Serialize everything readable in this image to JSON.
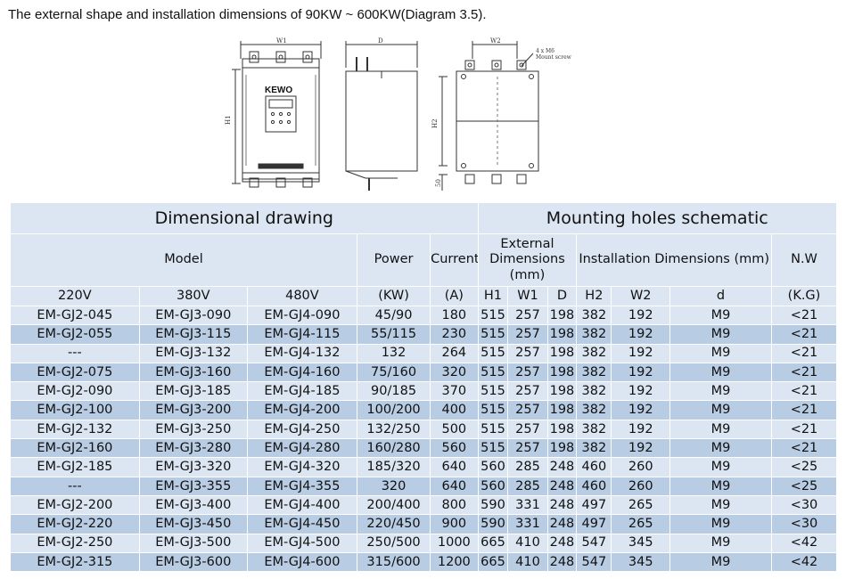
{
  "caption": "The external shape and installation dimensions of 90KW ~ 600KW(Diagram 3.5).",
  "drawing": {
    "brand": "KEWO",
    "label_w1": "W1",
    "label_d": "D",
    "label_w2": "W2",
    "label_h1": "H1",
    "label_h2": "H2",
    "mount_note_line1": "4 x M6",
    "mount_note_line2": "Mount screw",
    "label_50": "50"
  },
  "table": {
    "banner_left": "Dimensional drawing",
    "banner_right": "Mounting holes schematic",
    "header": {
      "model": "Model",
      "power": "Power",
      "current": "Current",
      "external": "External Dimensions (mm)",
      "installation": "Installation Dimensions (mm)",
      "nw": "N.W"
    },
    "units": [
      "220V",
      "380V",
      "480V",
      "(KW)",
      "(A)",
      "H1",
      "W1",
      "D",
      "H2",
      "W2",
      "d",
      "(K.G)"
    ],
    "rows": [
      [
        "EM-GJ2-045",
        "EM-GJ3-090",
        "EM-GJ4-090",
        "45/90",
        "180",
        "515",
        "257",
        "198",
        "382",
        "192",
        "M9",
        "<21"
      ],
      [
        "EM-GJ2-055",
        "EM-GJ3-115",
        "EM-GJ4-115",
        "55/115",
        "230",
        "515",
        "257",
        "198",
        "382",
        "192",
        "M9",
        "<21"
      ],
      [
        "---",
        "EM-GJ3-132",
        "EM-GJ4-132",
        "132",
        "264",
        "515",
        "257",
        "198",
        "382",
        "192",
        "M9",
        "<21"
      ],
      [
        "EM-GJ2-075",
        "EM-GJ3-160",
        "EM-GJ4-160",
        "75/160",
        "320",
        "515",
        "257",
        "198",
        "382",
        "192",
        "M9",
        "<21"
      ],
      [
        "EM-GJ2-090",
        "EM-GJ3-185",
        "EM-GJ4-185",
        "90/185",
        "370",
        "515",
        "257",
        "198",
        "382",
        "192",
        "M9",
        "<21"
      ],
      [
        "EM-GJ2-100",
        "EM-GJ3-200",
        "EM-GJ4-200",
        "100/200",
        "400",
        "515",
        "257",
        "198",
        "382",
        "192",
        "M9",
        "<21"
      ],
      [
        "EM-GJ2-132",
        "EM-GJ3-250",
        "EM-GJ4-250",
        "132/250",
        "500",
        "515",
        "257",
        "198",
        "382",
        "192",
        "M9",
        "<21"
      ],
      [
        "EM-GJ2-160",
        "EM-GJ3-280",
        "EM-GJ4-280",
        "160/280",
        "560",
        "515",
        "257",
        "198",
        "382",
        "192",
        "M9",
        "<21"
      ],
      [
        "EM-GJ2-185",
        "EM-GJ3-320",
        "EM-GJ4-320",
        "185/320",
        "640",
        "560",
        "285",
        "248",
        "460",
        "260",
        "M9",
        "<25"
      ],
      [
        "---",
        "EM-GJ3-355",
        "EM-GJ4-355",
        "320",
        "640",
        "560",
        "285",
        "248",
        "460",
        "260",
        "M9",
        "<25"
      ],
      [
        "EM-GJ2-200",
        "EM-GJ3-400",
        "EM-GJ4-400",
        "200/400",
        "800",
        "590",
        "331",
        "248",
        "497",
        "265",
        "M9",
        "<30"
      ],
      [
        "EM-GJ2-220",
        "EM-GJ3-450",
        "EM-GJ4-450",
        "220/450",
        "900",
        "590",
        "331",
        "248",
        "497",
        "265",
        "M9",
        "<30"
      ],
      [
        "EM-GJ2-250",
        "EM-GJ3-500",
        "EM-GJ4-500",
        "250/500",
        "1000",
        "665",
        "410",
        "248",
        "547",
        "345",
        "M9",
        "<42"
      ],
      [
        "EM-GJ2-315",
        "EM-GJ3-600",
        "EM-GJ4-600",
        "315/600",
        "1200",
        "665",
        "410",
        "248",
        "547",
        "345",
        "M9",
        "<42"
      ]
    ]
  }
}
